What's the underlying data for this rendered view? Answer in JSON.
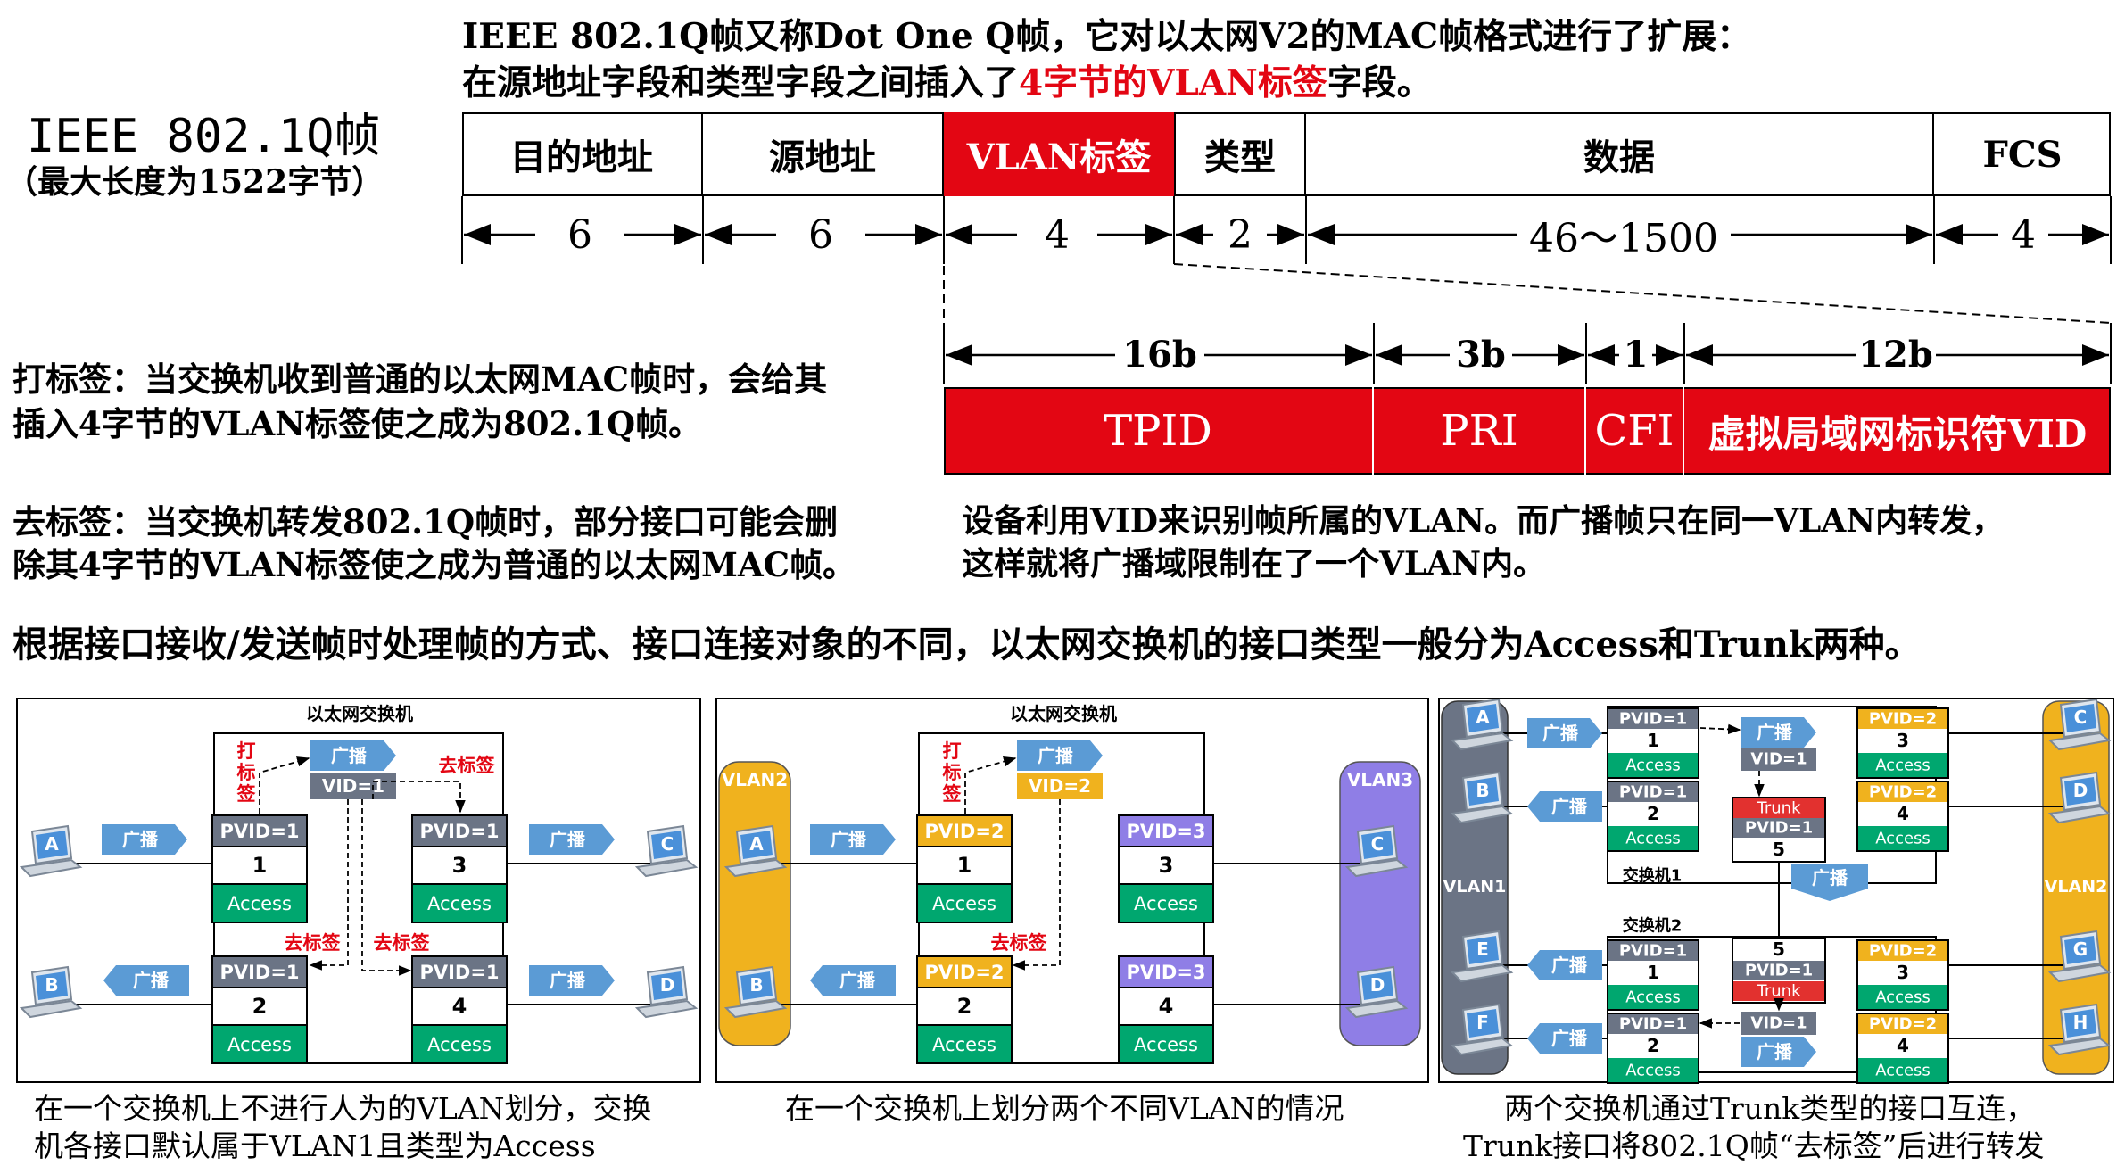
{
  "colors": {
    "red": "#e30613",
    "blue": "#5b9bd5",
    "green": "#00a76f",
    "gray": "#6b7485",
    "gold": "#f0b21e",
    "purple": "#8f7ee6",
    "trunk_red": "#e2312f"
  },
  "left_title": {
    "line1": "IEEE 802.1Q帧",
    "line2": "（最大长度为1522字节）"
  },
  "intro": {
    "line1": "IEEE 802.1Q帧又称Dot One Q帧，它对以太网V2的MAC帧格式进行了扩展：",
    "line2_pre": "在源地址字段和类型字段之间插入了",
    "line2_red": "4字节的VLAN标签",
    "line2_post": "字段。"
  },
  "frame_fields": [
    {
      "label": "目的地址",
      "size": "6"
    },
    {
      "label": "源地址",
      "size": "6"
    },
    {
      "label": "VLAN标签",
      "size": "4"
    },
    {
      "label": "类型",
      "size": "2"
    },
    {
      "label": "数据",
      "size": "46～1500"
    },
    {
      "label": "FCS",
      "size": "4"
    }
  ],
  "tag_fields": [
    {
      "label": "TPID",
      "size": "16b"
    },
    {
      "label": "PRI",
      "size": "3b"
    },
    {
      "label": "CFI",
      "size": "1"
    },
    {
      "label": "虚拟局域网标识符VID",
      "size": "12b"
    }
  ],
  "tagging": {
    "label": "打标签：",
    "text1": "当交换机收到普通的以太网MAC帧时，会给其",
    "text2": "插入4字节的VLAN标签使之成为802.1Q帧。"
  },
  "untagging": {
    "label": "去标签：",
    "text1": "当交换机转发802.1Q帧时，部分接口可能会删",
    "text2": "除其4字节的VLAN标签使之成为普通的以太网MAC帧。"
  },
  "vid_note": {
    "line1": "设备利用VID来识别帧所属的VLAN。而广播帧只在同一VLAN内转发，",
    "line2": "这样就将广播域限制在了一个VLAN内。"
  },
  "port_types": "根据接口接收/发送帧时处理帧的方式、接口连接对象的不同，以太网交换机的接口类型一般分为Access和Trunk两种。",
  "labels": {
    "switch": "以太网交换机",
    "broadcast": "广播",
    "access": "Access",
    "trunk": "Trunk",
    "tag_v": "打\n标\n签",
    "untag": "去标签",
    "pvid1": "PVID=1",
    "pvid2": "PVID=2",
    "pvid3": "PVID=3",
    "vid1": "VID=1",
    "vid2": "VID=2",
    "vlan1": "VLAN1",
    "vlan2": "VLAN2",
    "vlan3": "VLAN3",
    "sw1": "交换机1",
    "sw2": "交换机2",
    "pc": [
      "A",
      "B",
      "C",
      "D",
      "E",
      "F",
      "G",
      "H"
    ],
    "ports": [
      "1",
      "2",
      "3",
      "4",
      "5"
    ]
  },
  "captions": {
    "p1_line1": "在一个交换机上不进行人为的VLAN划分，交换",
    "p1_line2": "机各接口默认属于VLAN1且类型为Access",
    "p2": "在一个交换机上划分两个不同VLAN的情况",
    "p3_line1": "两个交换机通过Trunk类型的接口互连，",
    "p3_line2": "Trunk接口将802.1Q帧“去标签”后进行转发"
  }
}
